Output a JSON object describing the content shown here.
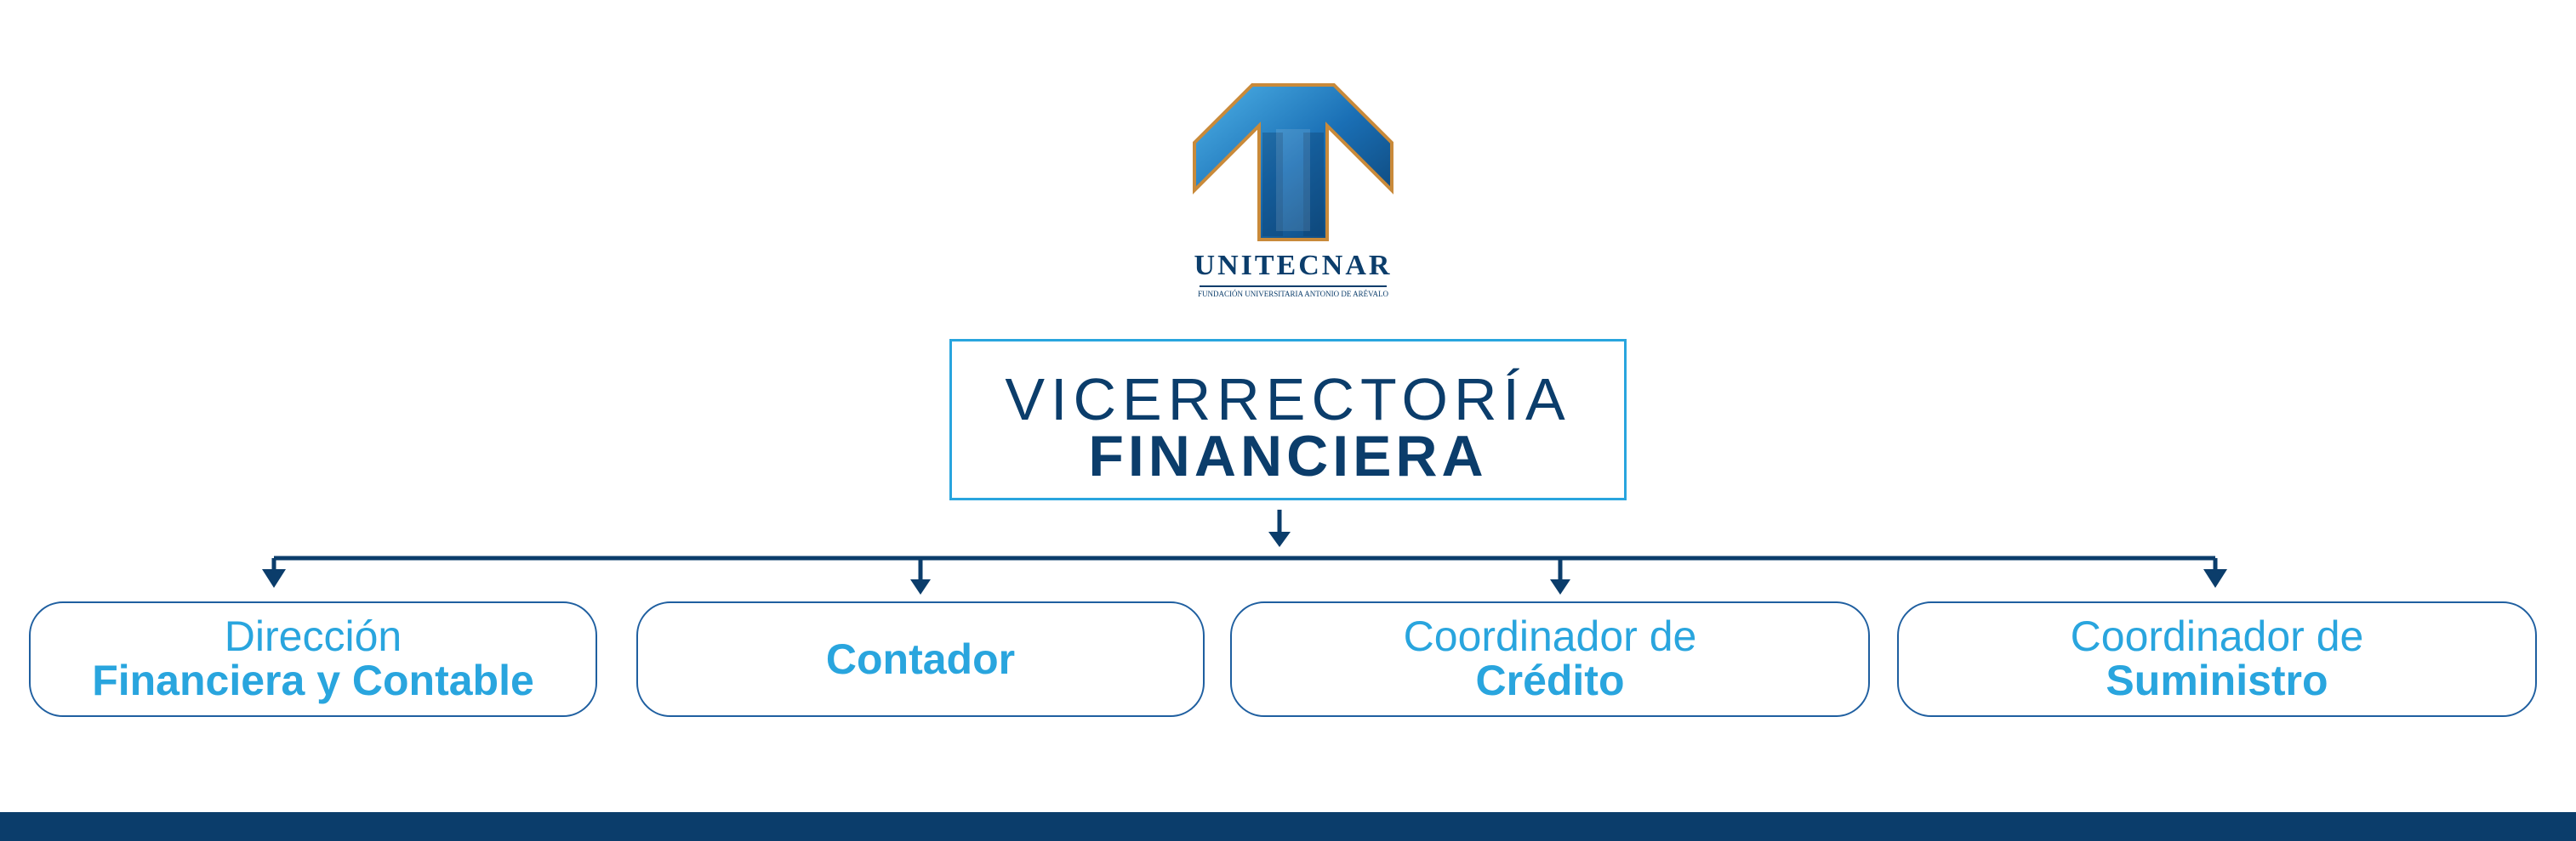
{
  "logo": {
    "name": "UNITECNAR",
    "subtitle": "FUNDACIÓN UNIVERSITARIA ANTONIO DE ARÉVALO"
  },
  "root": {
    "line1": "VICERRECTORÍA",
    "line2": "FINANCIERA"
  },
  "children": [
    {
      "light": "Dirección",
      "bold": "Financiera y Contable"
    },
    {
      "light": "",
      "bold": "Contador"
    },
    {
      "light": "Coordinador de",
      "bold": "Crédito"
    },
    {
      "light": "Coordinador de",
      "bold": "Suministro"
    }
  ],
  "colors": {
    "navy": "#0b3d6b",
    "accent": "#29a5de"
  }
}
